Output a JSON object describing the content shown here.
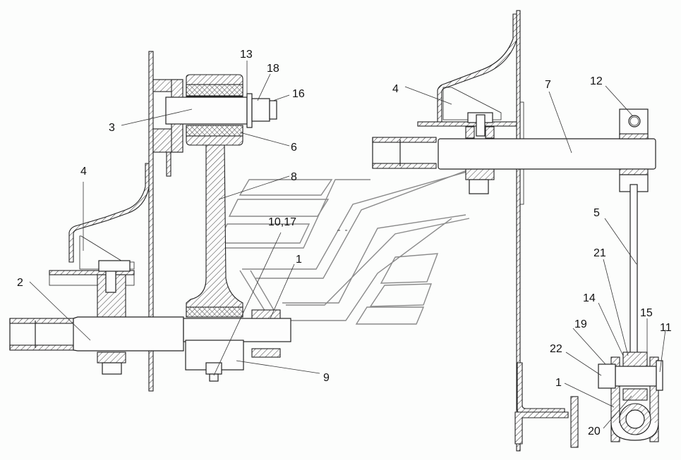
{
  "drawing": {
    "callouts": [
      {
        "id": "c13",
        "text": "13"
      },
      {
        "id": "c18",
        "text": "18"
      },
      {
        "id": "c16",
        "text": "16"
      },
      {
        "id": "c3",
        "text": "3"
      },
      {
        "id": "c6",
        "text": "6"
      },
      {
        "id": "c4a",
        "text": "4"
      },
      {
        "id": "c8",
        "text": "8"
      },
      {
        "id": "c1017",
        "text": "10,17"
      },
      {
        "id": "c1a",
        "text": "1"
      },
      {
        "id": "c2",
        "text": "2"
      },
      {
        "id": "c9",
        "text": "9"
      },
      {
        "id": "c4b",
        "text": "4"
      },
      {
        "id": "c7",
        "text": "7"
      },
      {
        "id": "c12",
        "text": "12"
      },
      {
        "id": "c5",
        "text": "5"
      },
      {
        "id": "c21",
        "text": "21"
      },
      {
        "id": "c14",
        "text": "14"
      },
      {
        "id": "c15",
        "text": "15"
      },
      {
        "id": "c11",
        "text": "11"
      },
      {
        "id": "c19",
        "text": "19"
      },
      {
        "id": "c22",
        "text": "22"
      },
      {
        "id": "c1b",
        "text": "1"
      },
      {
        "id": "c20",
        "text": "20"
      }
    ],
    "colors": {
      "line": "#222222",
      "watermark": "#8a8a8a",
      "background": "#fcfdfc"
    }
  }
}
